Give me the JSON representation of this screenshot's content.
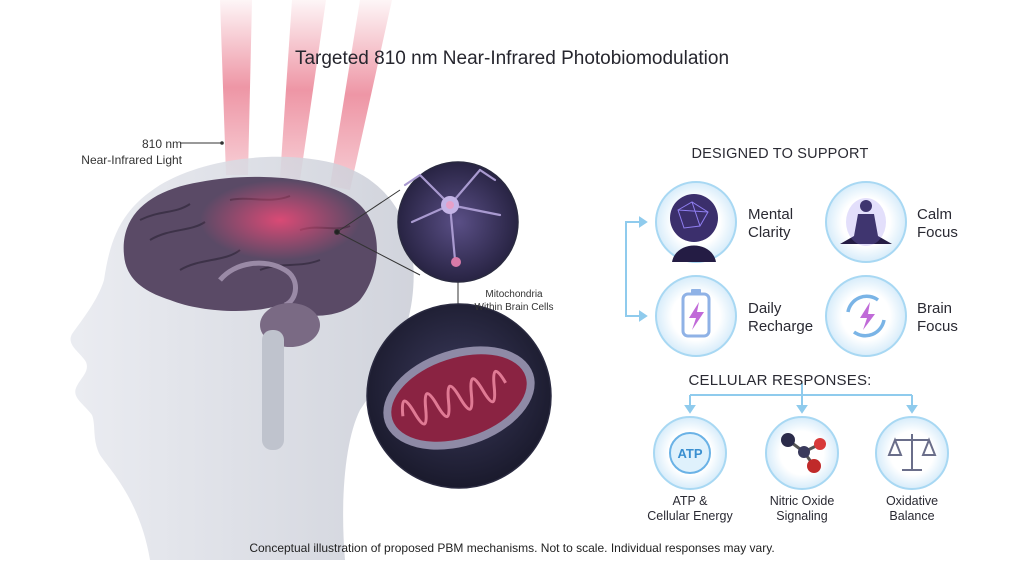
{
  "title": "Targeted 810 nm Near-Infrared Photobiomodulation",
  "light_label": {
    "line1": "810 nm",
    "line2": "Near-Infrared Light"
  },
  "mitochondria_label": {
    "line1": "Mitochondria",
    "line2": "Within Brain Cells"
  },
  "support": {
    "heading": "DESIGNED TO SUPPORT",
    "items": [
      {
        "line1": "Mental",
        "line2": "Clarity",
        "icon": "brain-network-icon"
      },
      {
        "line1": "Calm",
        "line2": "Focus",
        "icon": "meditation-icon"
      },
      {
        "line1": "Daily",
        "line2": "Recharge",
        "icon": "battery-bolt-icon"
      },
      {
        "line1": "Brain",
        "line2": "Focus",
        "icon": "cycle-bolt-icon"
      }
    ]
  },
  "cellular": {
    "heading": "CELLULAR RESPONSES:",
    "items": [
      {
        "line1": "ATP &",
        "line2": "Cellular Energy",
        "icon": "atp-icon",
        "icon_text": "ATP"
      },
      {
        "line1": "Nitric Oxide",
        "line2": "Signaling",
        "icon": "molecule-icon"
      },
      {
        "line1": "Oxidative",
        "line2": "Balance",
        "icon": "balance-scale-icon"
      }
    ]
  },
  "footnote": "Conceptual illustration of proposed PBM mechanisms. Not to scale. Individual responses may vary.",
  "colors": {
    "nir_red": "#e0405c",
    "accent_blue": "#7ec3ea",
    "brain_purple": "#5a4a66",
    "dark_circle": "#221f3d"
  }
}
